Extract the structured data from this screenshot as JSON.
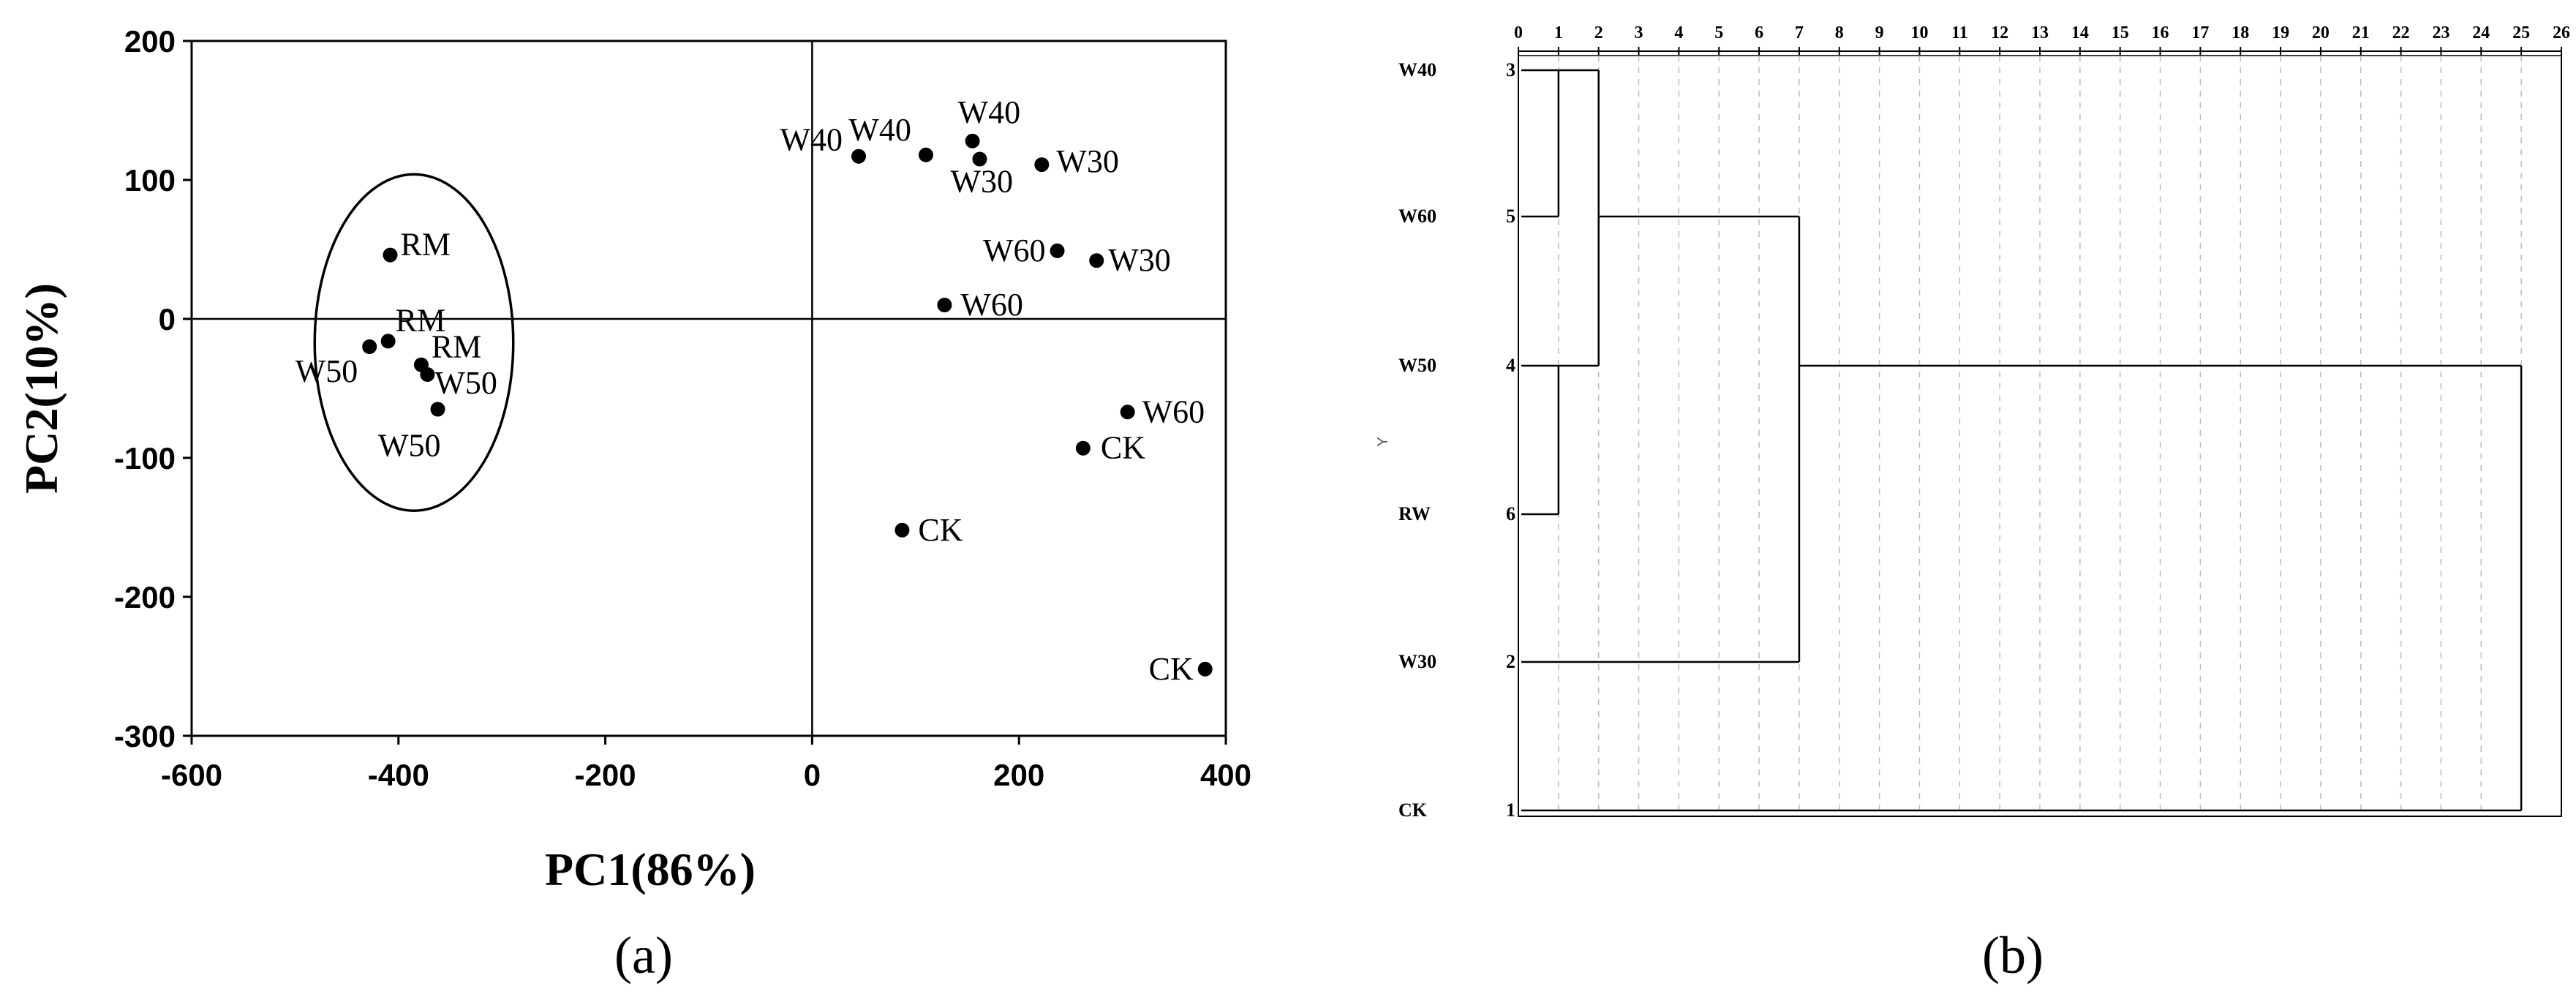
{
  "chart_data": [
    {
      "type": "scatter",
      "panel_label": "(a)",
      "xlabel": "PC1(86%)",
      "ylabel": "PC2(10%)",
      "xlim": [
        -600,
        400
      ],
      "ylim": [
        -300,
        200
      ],
      "x_ticks": [
        "-600",
        "-400",
        "-200",
        "0",
        "200",
        "400"
      ],
      "y_ticks": [
        "200",
        "100",
        "0",
        "-100",
        "-200",
        "-300"
      ],
      "reference_lines": [
        "x=0",
        "y=0"
      ],
      "ellipse": {
        "cx": -385,
        "cy": -17,
        "rx": 96,
        "ry": 121
      },
      "points": [
        {
          "label": "W40",
          "x": 45,
          "y": 117
        },
        {
          "label": "W40",
          "x": 110,
          "y": 118
        },
        {
          "label": "W40",
          "x": 155,
          "y": 128
        },
        {
          "label": "W30",
          "x": 162,
          "y": 115
        },
        {
          "label": "W30",
          "x": 222,
          "y": 111
        },
        {
          "label": "W30",
          "x": 275,
          "y": 42
        },
        {
          "label": "W60",
          "x": 237,
          "y": 49
        },
        {
          "label": "W60",
          "x": 128,
          "y": 10
        },
        {
          "label": "W60",
          "x": 305,
          "y": -67
        },
        {
          "label": "CK",
          "x": 262,
          "y": -93
        },
        {
          "label": "CK",
          "x": 87,
          "y": -152
        },
        {
          "label": "CK",
          "x": 380,
          "y": -252
        },
        {
          "label": "RM",
          "x": -408,
          "y": 46
        },
        {
          "label": "RM",
          "x": -410,
          "y": -16
        },
        {
          "label": "RM",
          "x": -378,
          "y": -33
        },
        {
          "label": "W50",
          "x": -428,
          "y": -20
        },
        {
          "label": "W50",
          "x": -372,
          "y": -40
        },
        {
          "label": "W50",
          "x": -362,
          "y": -65
        }
      ]
    },
    {
      "type": "dendrogram",
      "panel_label": "(b)",
      "ylabel": "Y",
      "x_ticks": [
        "0",
        "1",
        "2",
        "3",
        "4",
        "5",
        "6",
        "7",
        "8",
        "9",
        "10",
        "11",
        "12",
        "13",
        "14",
        "15",
        "16",
        "17",
        "18",
        "19",
        "20",
        "21",
        "22",
        "23",
        "24",
        "25",
        "26"
      ],
      "xlim": [
        0,
        26
      ],
      "leaves": [
        {
          "name": "W40",
          "num": "3"
        },
        {
          "name": "W60",
          "num": "5"
        },
        {
          "name": "W50",
          "num": "4"
        },
        {
          "name": "RW",
          "num": "6"
        },
        {
          "name": "W30",
          "num": "2"
        },
        {
          "name": "CK",
          "num": "1"
        }
      ],
      "merges": [
        {
          "leaves": [
            0,
            1
          ],
          "height": 1
        },
        {
          "leaves": [
            2,
            3
          ],
          "height": 1
        },
        {
          "leaves": [
            0,
            2
          ],
          "height": 2
        },
        {
          "leaves": [
            1,
            4
          ],
          "height": 7
        },
        {
          "leaves": [
            2,
            5
          ],
          "height": 25
        }
      ]
    }
  ]
}
